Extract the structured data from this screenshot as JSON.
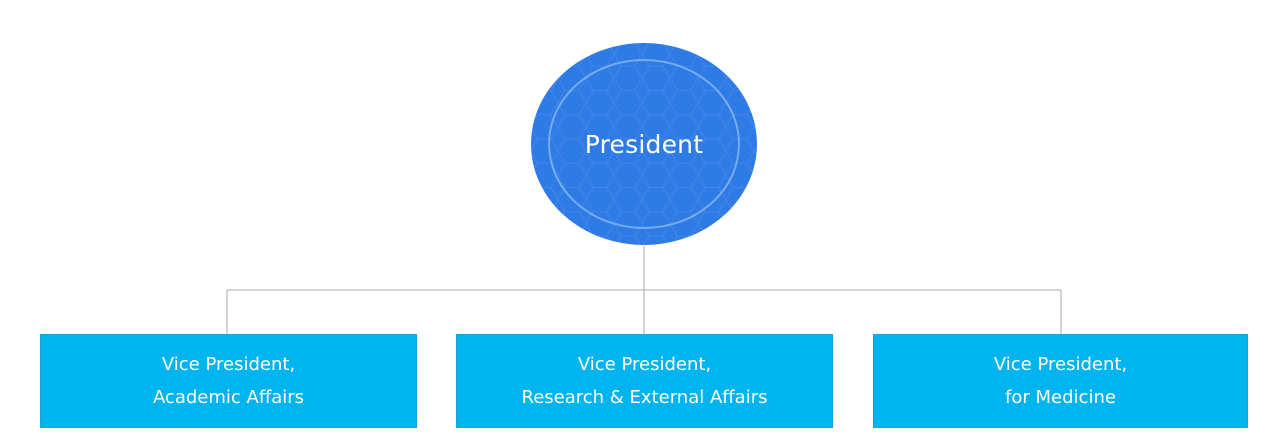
{
  "diagram": {
    "root": {
      "label": "President",
      "fill": "#2f7be5",
      "ring": "#8fbcf2"
    },
    "children": [
      {
        "line1": "Vice President,",
        "line2": "Academic Affairs"
      },
      {
        "line1": "Vice President,",
        "line2": "Research & External Affairs"
      },
      {
        "line1": "Vice President,",
        "line2": "for Medicine"
      }
    ],
    "child_fill": "#00b4ef",
    "connector_color": "#bdbdbd"
  }
}
